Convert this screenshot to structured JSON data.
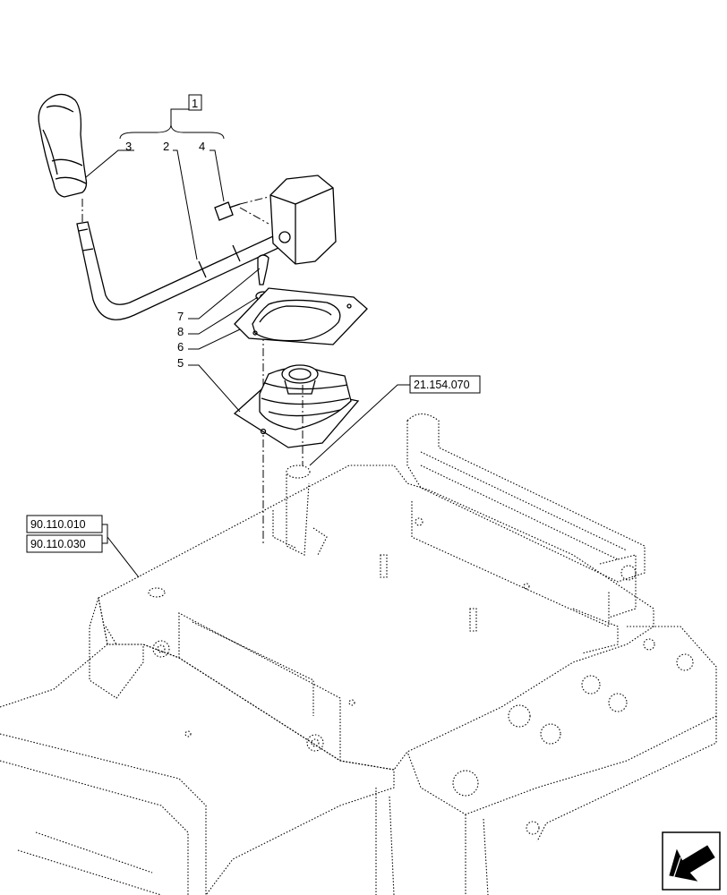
{
  "callouts": {
    "kit": "1",
    "lever": "2",
    "knob": "3",
    "bolt": "4",
    "boot": "5",
    "gasket": "6",
    "screw": "7",
    "washer": "8"
  },
  "references": {
    "ref_a": "21.154.070",
    "ref_b": "90.110.010",
    "ref_c": "90.110.030"
  },
  "navigation": {
    "icon": "arrow-down-left-icon"
  }
}
